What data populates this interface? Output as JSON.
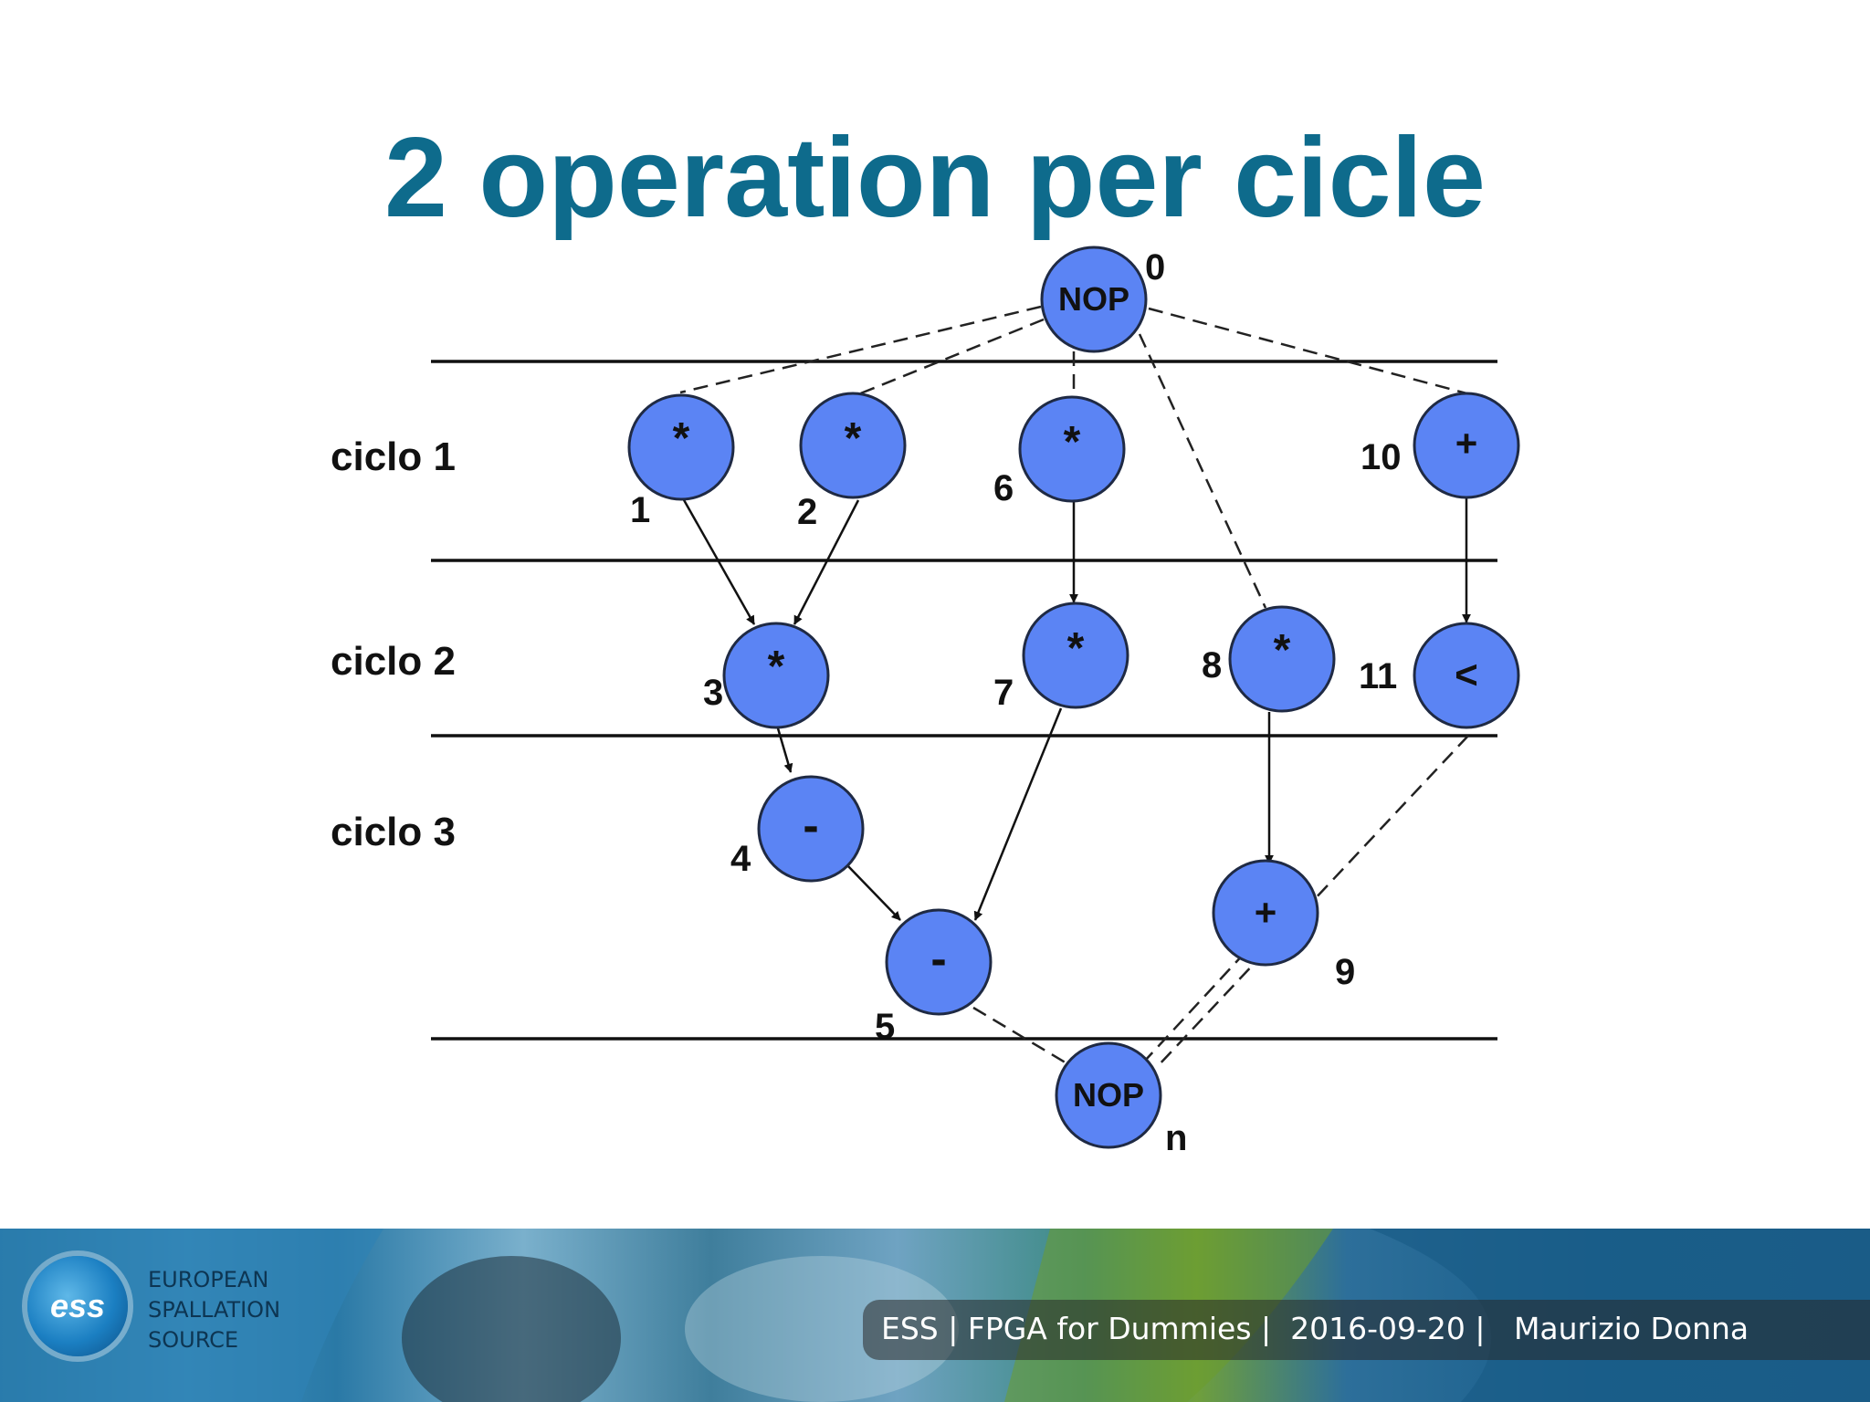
{
  "slide": {
    "title": "2 operation per cicle"
  },
  "diagram": {
    "cycles": [
      "ciclo 1",
      "ciclo 2",
      "ciclo 3"
    ],
    "nodes": [
      {
        "id": "0",
        "op": "NOP"
      },
      {
        "id": "1",
        "op": "*"
      },
      {
        "id": "2",
        "op": "*"
      },
      {
        "id": "6",
        "op": "*"
      },
      {
        "id": "10",
        "op": "+"
      },
      {
        "id": "3",
        "op": "*"
      },
      {
        "id": "7",
        "op": "*"
      },
      {
        "id": "8",
        "op": "*"
      },
      {
        "id": "11",
        "op": "<"
      },
      {
        "id": "4",
        "op": "-"
      },
      {
        "id": "5",
        "op": "-"
      },
      {
        "id": "9",
        "op": "+"
      },
      {
        "id": "n",
        "op": "NOP"
      }
    ]
  },
  "footer": {
    "logo_text": "ess",
    "org_line1": "EUROPEAN",
    "org_line2": "SPALLATION",
    "org_line3": "SOURCE",
    "info": "ESS | FPGA for Dummies |  2016-09-20 |   Maurizio Donna"
  }
}
